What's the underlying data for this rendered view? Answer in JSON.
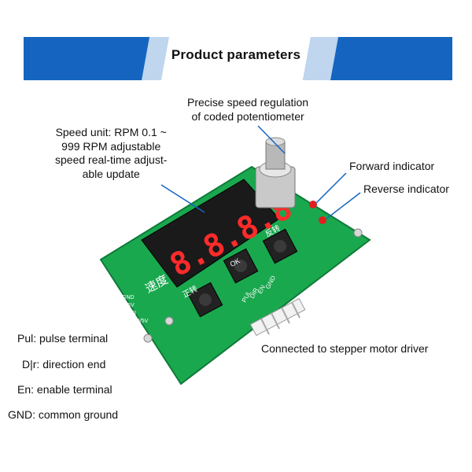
{
  "banner": {
    "title": "Product parameters",
    "color_primary": "#1565c0",
    "color_light": "#bfd6ee"
  },
  "annotations": {
    "potentiometer": [
      "Precise speed regulation",
      "of coded potentiometer"
    ],
    "speed_unit": [
      "Speed unit: RPM 0.1 ~",
      "999 RPM adjustable",
      "speed real-time adjust-",
      "able update"
    ],
    "forward": "Forward indicator",
    "reverse": "Reverse indicator",
    "motor_driver": "Connected to stepper motor driver",
    "pul": "Pul: pulse terminal",
    "dir": "D|r: direction end",
    "en": "En: enable terminal",
    "gnd": "GND: common ground"
  },
  "board": {
    "display": "8.8.8.8",
    "silk_speed": "速度",
    "silk_forward": "正转",
    "silk_reverse": "反转",
    "silk_ok": "OK",
    "pins_left": [
      "GND",
      "+5V",
      "DIR",
      "+3.0/5V"
    ],
    "pins_header": [
      "PUL",
      "DIR",
      "EN",
      "GND"
    ],
    "pcb_color": "#1aa84f",
    "led_color": "#e02020"
  }
}
